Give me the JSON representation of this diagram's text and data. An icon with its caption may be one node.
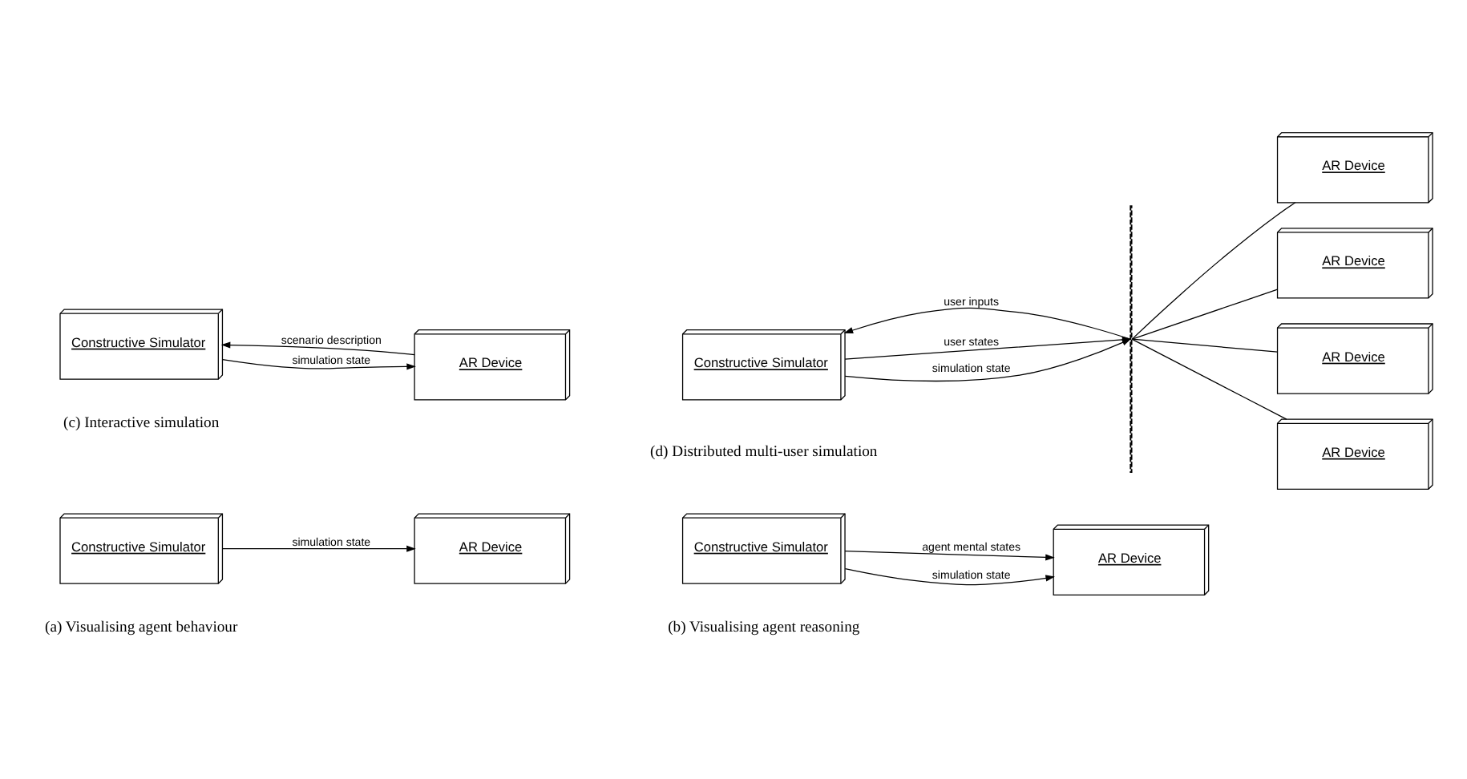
{
  "diagram": {
    "nodes": [
      {
        "text": [
          "Constructive Simulator"
        ]
      },
      {
        "text": [
          "AR Device"
        ]
      },
      {
        "text": [
          "Constructive Simulator"
        ]
      },
      {
        "text": [
          "AR Device"
        ]
      },
      {
        "text": [
          "Constructive Simulator"
        ]
      },
      {
        "text": [
          "AR Device"
        ]
      },
      {
        "text": [
          "Constructive Simulator"
        ]
      },
      {
        "text": [],
        "shape": "bar"
      },
      {
        "text": [
          "AR Device"
        ]
      },
      {
        "text": [
          "AR Device"
        ]
      },
      {
        "text": [
          "AR Device"
        ]
      },
      {
        "text": [
          "AR Device"
        ]
      }
    ],
    "edges": [
      {
        "from": 0,
        "to": 1,
        "arrow": "to",
        "label": "simulation state"
      },
      {
        "from": 2,
        "to": 3,
        "arrow": "to",
        "label": "simulation state"
      },
      {
        "from": 2,
        "to": 3,
        "arrow": "to",
        "label": "agent mental states"
      },
      {
        "from": 5,
        "to": 4,
        "arrow": "to",
        "label": "scenario description"
      },
      {
        "from": 4,
        "to": 5,
        "arrow": "to",
        "label": "simulation state"
      },
      {
        "from": 7,
        "to": 6,
        "arrow": "to",
        "label": "user inputs"
      },
      {
        "from": 6,
        "to": 7,
        "arrow": "to",
        "label": "simulation state"
      },
      {
        "from": 6,
        "to": 7,
        "arrow": "to",
        "label": "user states"
      },
      {
        "from": 7,
        "to": 8,
        "arrow": "none"
      },
      {
        "from": 7,
        "to": 9,
        "arrow": "none"
      },
      {
        "from": 7,
        "to": 10,
        "arrow": "none"
      },
      {
        "from": 7,
        "to": 11,
        "arrow": "none"
      }
    ],
    "labels": [
      "(a) Visualising agent behaviour",
      "(b) Visualising agent reasoning",
      "(c) Interactive simulation",
      "(d) Distributed multi-user simulation"
    ]
  }
}
